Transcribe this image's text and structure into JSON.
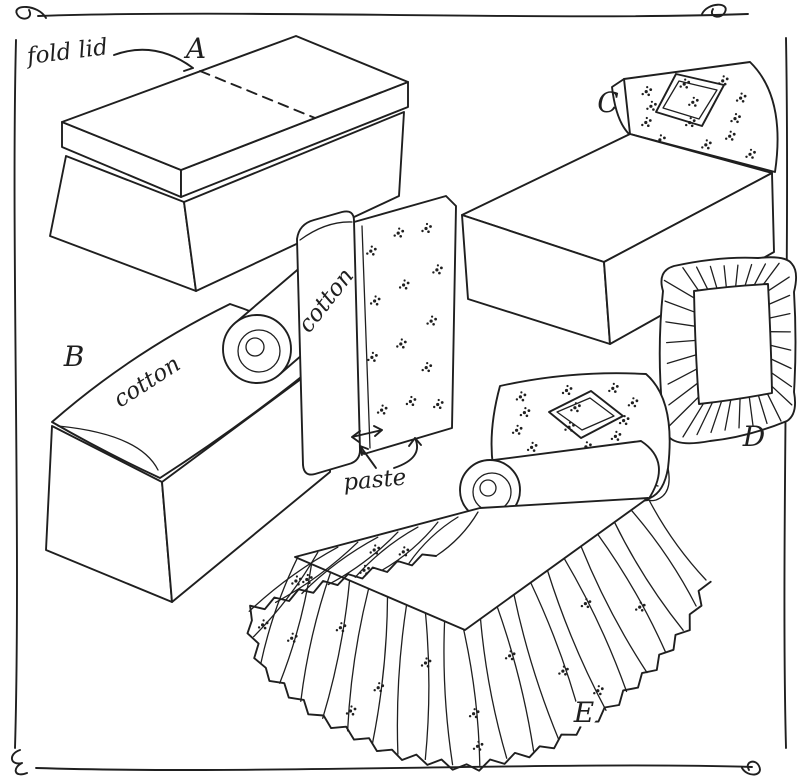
{
  "labels": {
    "step_a": "A",
    "step_b": "B",
    "step_c": "C",
    "step_d": "D",
    "step_e": "E"
  },
  "annotations": {
    "fold_lid": "fold lid",
    "cotton_top": "cotton",
    "cotton_panel": "cotton",
    "paste": "paste"
  },
  "colors": {
    "ink": "#1f1f1f",
    "paper": "#ffffff"
  }
}
